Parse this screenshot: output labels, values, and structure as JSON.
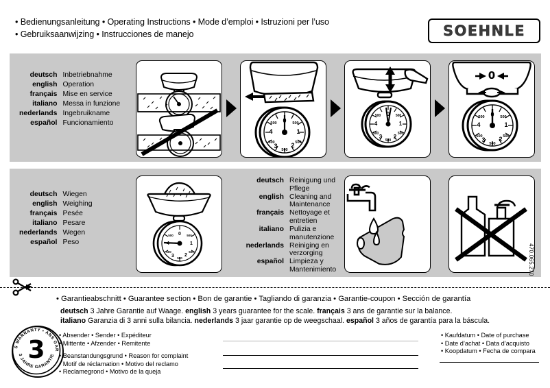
{
  "header": {
    "line1": "• Bedienungsanleitung • Operating Instructions • Mode d’emploi • Istruzioni per l’uso",
    "line2": "• Gebruiksaanwijzing • Instrucciones de manejo",
    "logo": "SOEHNLE"
  },
  "section_operation": {
    "rows": [
      {
        "lang": "deutsch",
        "text": "Inbetriebnahme"
      },
      {
        "lang": "english",
        "text": "Operation"
      },
      {
        "lang": "français",
        "text": "Mise en service"
      },
      {
        "lang": "italiano",
        "text": "Messa in funzione"
      },
      {
        "lang": "nederlands",
        "text": "Ingebruikname"
      },
      {
        "lang": "español",
        "text": "Funcionamiento"
      }
    ],
    "panels": [
      {
        "name": "place-scale-on-firm-flat-surface",
        "dial_labels": [
          "0",
          "1",
          "2",
          "3",
          "4",
          "500"
        ]
      },
      {
        "name": "remove-packing-insert",
        "dial_labels": [
          "0",
          "1",
          "2",
          "3",
          "4",
          "500"
        ]
      },
      {
        "name": "press-platform-to-check",
        "dial_labels": [
          "0",
          "1",
          "2",
          "3",
          "4",
          "500"
        ]
      },
      {
        "name": "adjust-pointer-to-zero",
        "zero_symbol": "→0←",
        "dial_labels": [
          "0",
          "1",
          "2",
          "3",
          "4",
          "500"
        ]
      }
    ]
  },
  "section_weighing": {
    "rows": [
      {
        "lang": "deutsch",
        "text": "Wiegen"
      },
      {
        "lang": "english",
        "text": "Weighing"
      },
      {
        "lang": "français",
        "text": "Pesée"
      },
      {
        "lang": "italiano",
        "text": "Pesare"
      },
      {
        "lang": "nederlands",
        "text": "Wegen"
      },
      {
        "lang": "español",
        "text": "Peso"
      }
    ],
    "panel_name": "weighing-food-in-bowl"
  },
  "section_cleaning": {
    "rows": [
      {
        "lang": "deutsch",
        "text": "Reinigung und Pflege"
      },
      {
        "lang": "english",
        "text": "Cleaning and Maintenance"
      },
      {
        "lang": "français",
        "text": "Nettoyage et entretien"
      },
      {
        "lang": "italiano",
        "text": "Pulizia e manutenzione"
      },
      {
        "lang": "nederlands",
        "text": "Reiniging en verzorging"
      },
      {
        "lang": "español",
        "text": "Limpieza y Mantenimiento"
      }
    ],
    "panels": [
      {
        "name": "clean-with-damp-cloth"
      },
      {
        "name": "no-chemical-cleaners-prohibited"
      }
    ]
  },
  "article_code": "470.065.270",
  "cut": {
    "icon": "scissors-icon"
  },
  "guarantee": {
    "title": "• Garantieabschnitt • Guarantee section • Bon de garantie • Tagliando di garanzia • Garantie-coupon • Sección de garantía",
    "line1_parts": [
      {
        "bold": "deutsch",
        "text": " 3 Jahre Garantie auf Waage. "
      },
      {
        "bold": "english",
        "text": " 3 years guarantee for the scale. "
      },
      {
        "bold": "français",
        "text": " 3 ans de garantie sur la balance."
      }
    ],
    "line2_parts": [
      {
        "bold": "italiano",
        "text": " Garanzia di 3 anni sulla bilancia. "
      },
      {
        "bold": "nederlands",
        "text": " 3 jaar garantie op de weegschaal. "
      },
      {
        "bold": "español",
        "text": " 3 años de garantía para la báscula."
      }
    ],
    "badge": {
      "number": "3",
      "ring_top": "3 YEARS WARRANTY • ANS GARANTIE",
      "ring_bottom": "3 JAHRE GARANTIE"
    },
    "sender": [
      "• Absender • Sender • Expéditeur",
      "• Mittente • Afzender • Remitente"
    ],
    "reason": [
      "• Beanstandungsgrund • Reason for complaint",
      "• Motif de réclamation • Motivo del reclamo",
      "• Reclamegrond • Motivo de la queja"
    ],
    "purchase_date": [
      "• Kaufdatum • Date of purchase",
      "• Date d’achat • Data d’acquisto",
      "• Koopdatum • Fecha de compara"
    ]
  }
}
